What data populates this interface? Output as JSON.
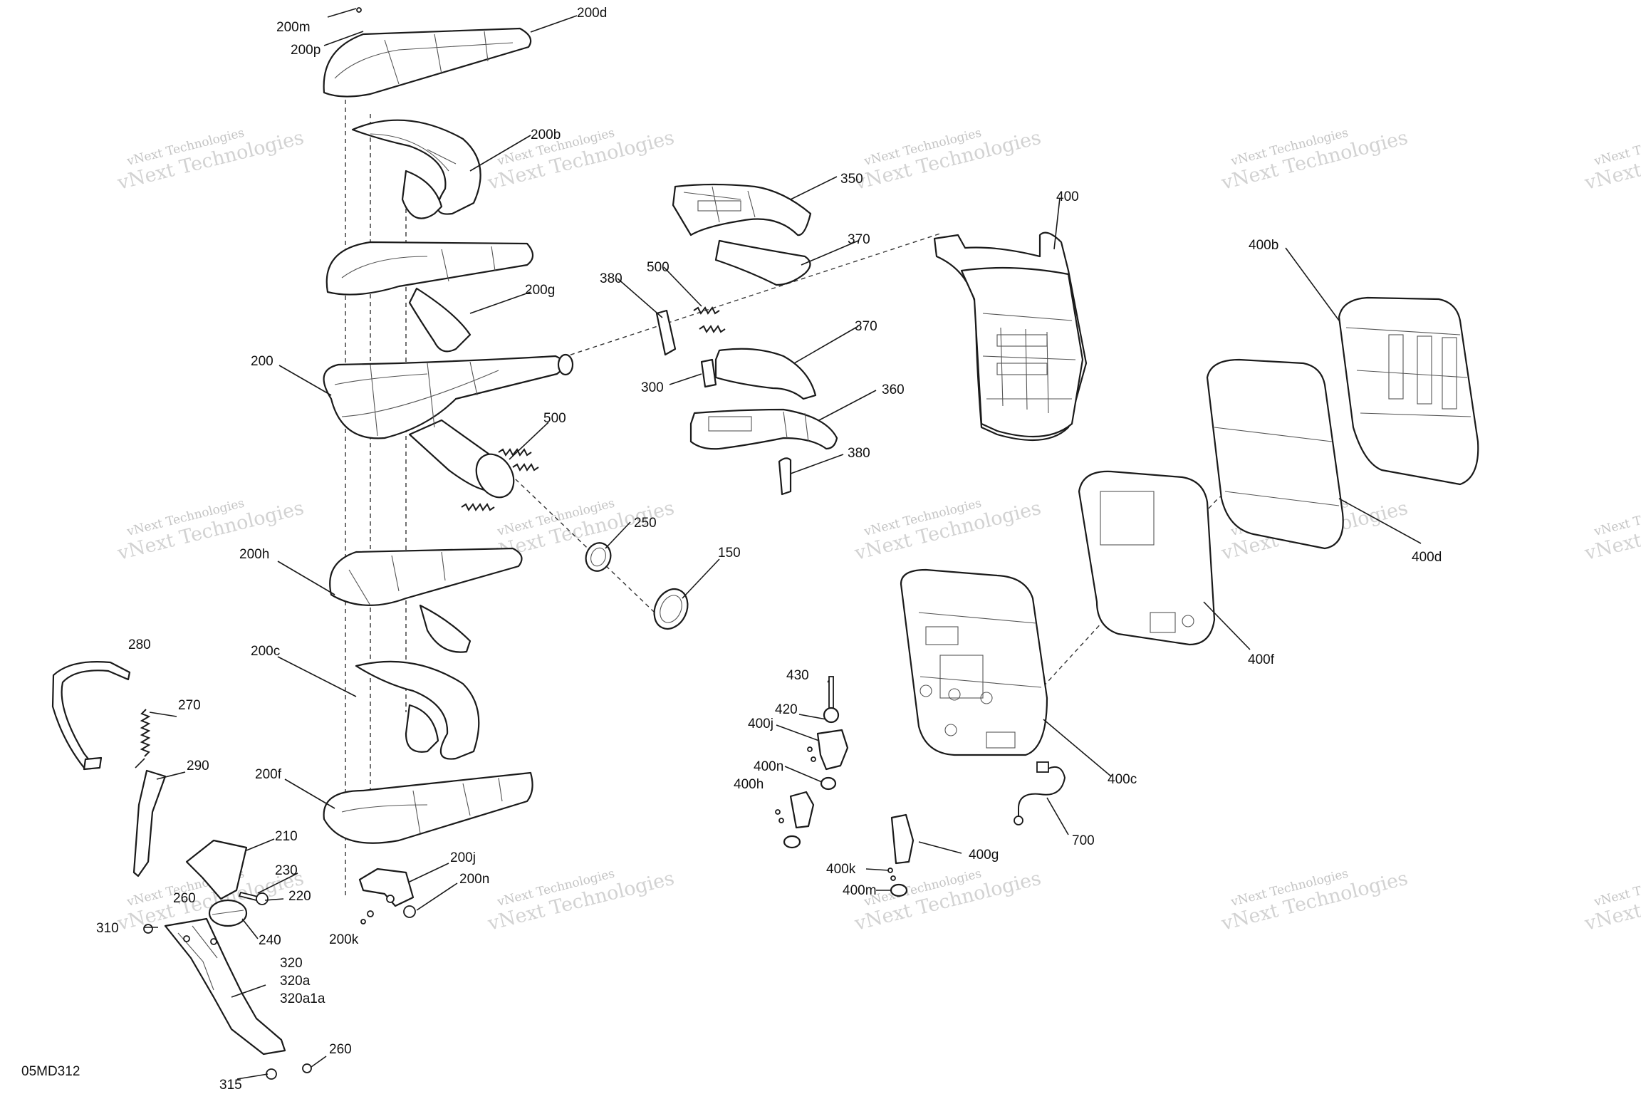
{
  "diagram": {
    "drawing_code": "05MD312",
    "watermark": {
      "line1": "vNext Technologies",
      "line2": "vNext Technologies"
    },
    "colors": {
      "line": "#1a1a1a",
      "watermark": "#c4c4c4",
      "background": "#ffffff"
    },
    "callouts": [
      "200m",
      "200p",
      "200d",
      "200b",
      "200g",
      "200",
      "500",
      "500",
      "200h",
      "250",
      "150",
      "200c",
      "200f",
      "200j",
      "200n",
      "200k",
      "280",
      "270",
      "290",
      "210",
      "230",
      "220",
      "240",
      "260",
      "310",
      "320",
      "320a",
      "320a1a",
      "260",
      "315",
      "350",
      "370",
      "380",
      "370",
      "300",
      "360",
      "380",
      "400",
      "400b",
      "400d",
      "400f",
      "400c",
      "700",
      "430",
      "420",
      "400j",
      "400n",
      "400h",
      "400g",
      "400k",
      "400m"
    ]
  }
}
